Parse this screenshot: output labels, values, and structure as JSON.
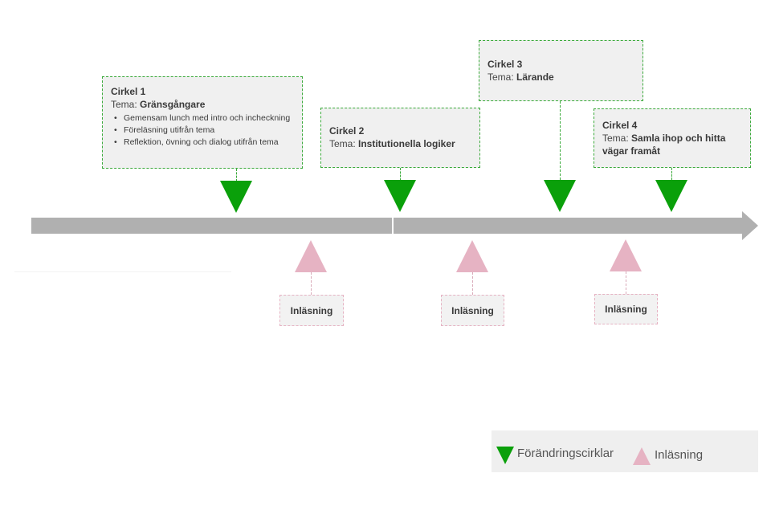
{
  "circles": [
    {
      "title": "Cirkel 1",
      "theme_prefix": "Tema: ",
      "theme": "Gränsgångare",
      "bullets": [
        "Gemensam lunch med intro och incheckning",
        "Föreläsning utifrån tema",
        "Reflektion, övning och dialog utifrån tema"
      ]
    },
    {
      "title": "Cirkel 2",
      "theme_prefix": "Tema: ",
      "theme": "Institutionella logiker"
    },
    {
      "title": "Cirkel 3",
      "theme_prefix": "Tema: ",
      "theme": "Lärande"
    },
    {
      "title": "Cirkel 4",
      "theme_prefix": "Tema:  ",
      "theme": "Samla ihop och hitta vägar framåt"
    }
  ],
  "readings": [
    {
      "label": "Inläsning"
    },
    {
      "label": "Inläsning"
    },
    {
      "label": "Inläsning"
    }
  ],
  "legend": {
    "circles_label": "Förändringscirklar",
    "reading_label": "Inläsning"
  },
  "colors": {
    "circle_marker": "#0aa00a",
    "reading_marker": "#e6b3c3",
    "timeline": "#b0b0b0"
  }
}
